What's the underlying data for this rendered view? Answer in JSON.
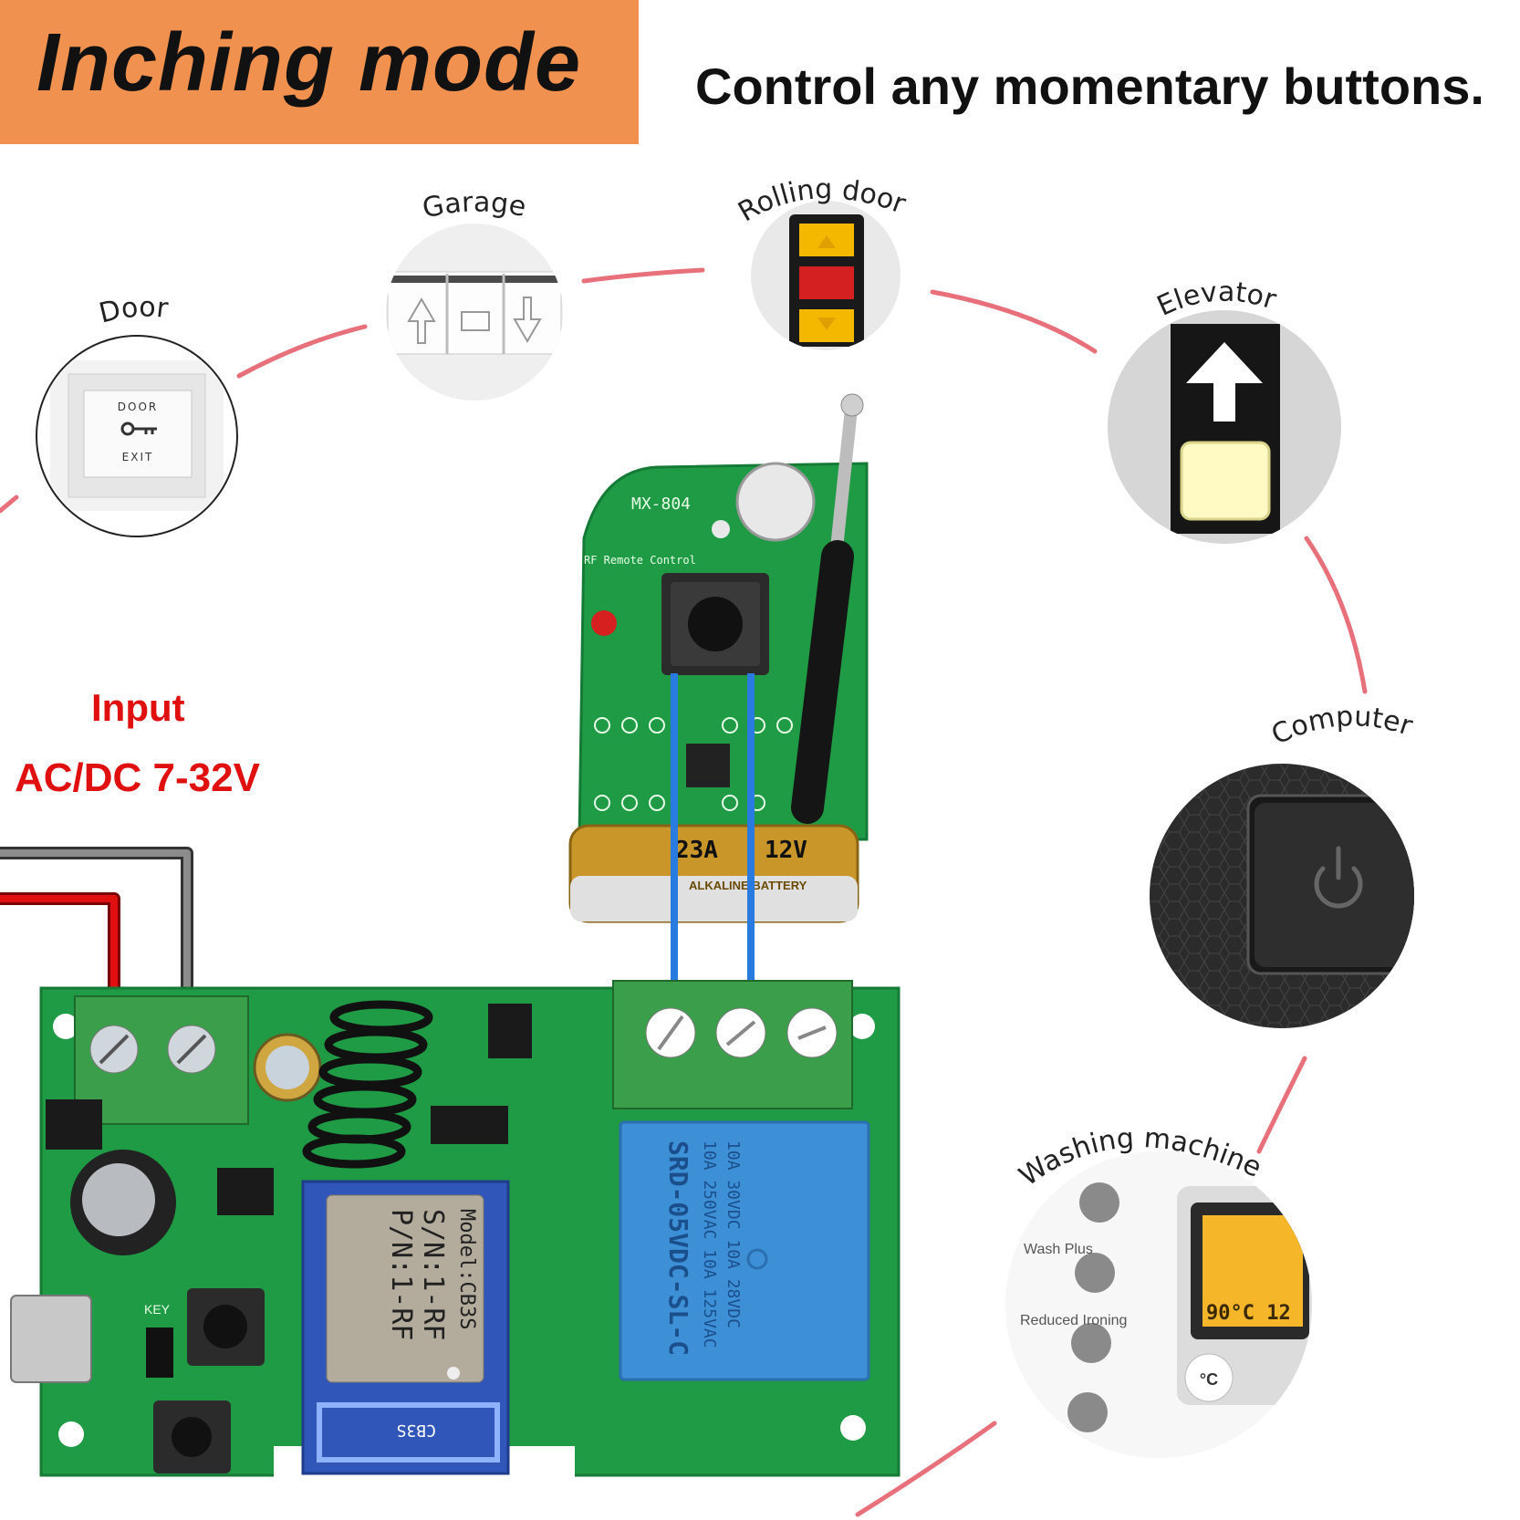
{
  "banner": {
    "title": "Inching mode",
    "bg_color": "#f0914f"
  },
  "tagline": "Control any momentary buttons.",
  "input": {
    "title": "Input",
    "voltage": "AC/DC 7-32V",
    "color": "#e01010"
  },
  "devices": {
    "door": {
      "label": "Door",
      "plate_top": "DOOR",
      "plate_bottom": "EXIT"
    },
    "garage": {
      "label": "Garage"
    },
    "rolling_door": {
      "label": "Rolling door"
    },
    "elevator": {
      "label": "Elevator"
    },
    "computer": {
      "label": "Computer"
    },
    "washing_machine": {
      "label": "Washing machine",
      "options": [
        "Wash Plus",
        "Reduced Ironing"
      ],
      "display": "90°C 12",
      "unit": "°C"
    }
  },
  "remote": {
    "model": "MX-804",
    "subtitle": "RF Remote Control",
    "battery_type": "23A",
    "battery_voltage": "12V",
    "battery_brand": "ALKALINE BATTERY"
  },
  "relay": {
    "line1": "SRD-05VDC-SL-C",
    "line2": "10A 250VAC 10A 125VAC",
    "line3": "10A 30VDC 10A 28VDC"
  },
  "module": {
    "model": "Model:CB3S",
    "pn": "P/N:1-RF",
    "sn": "S/N:1-RF",
    "antenna_label": "CB3S",
    "key_label": "KEY"
  },
  "colors": {
    "connector_arc": "#e8707a",
    "pcb": "#1f9a45",
    "terminal": "#3b9e4a",
    "relay": "#3d8fd6",
    "wire": "#2a7be0"
  }
}
